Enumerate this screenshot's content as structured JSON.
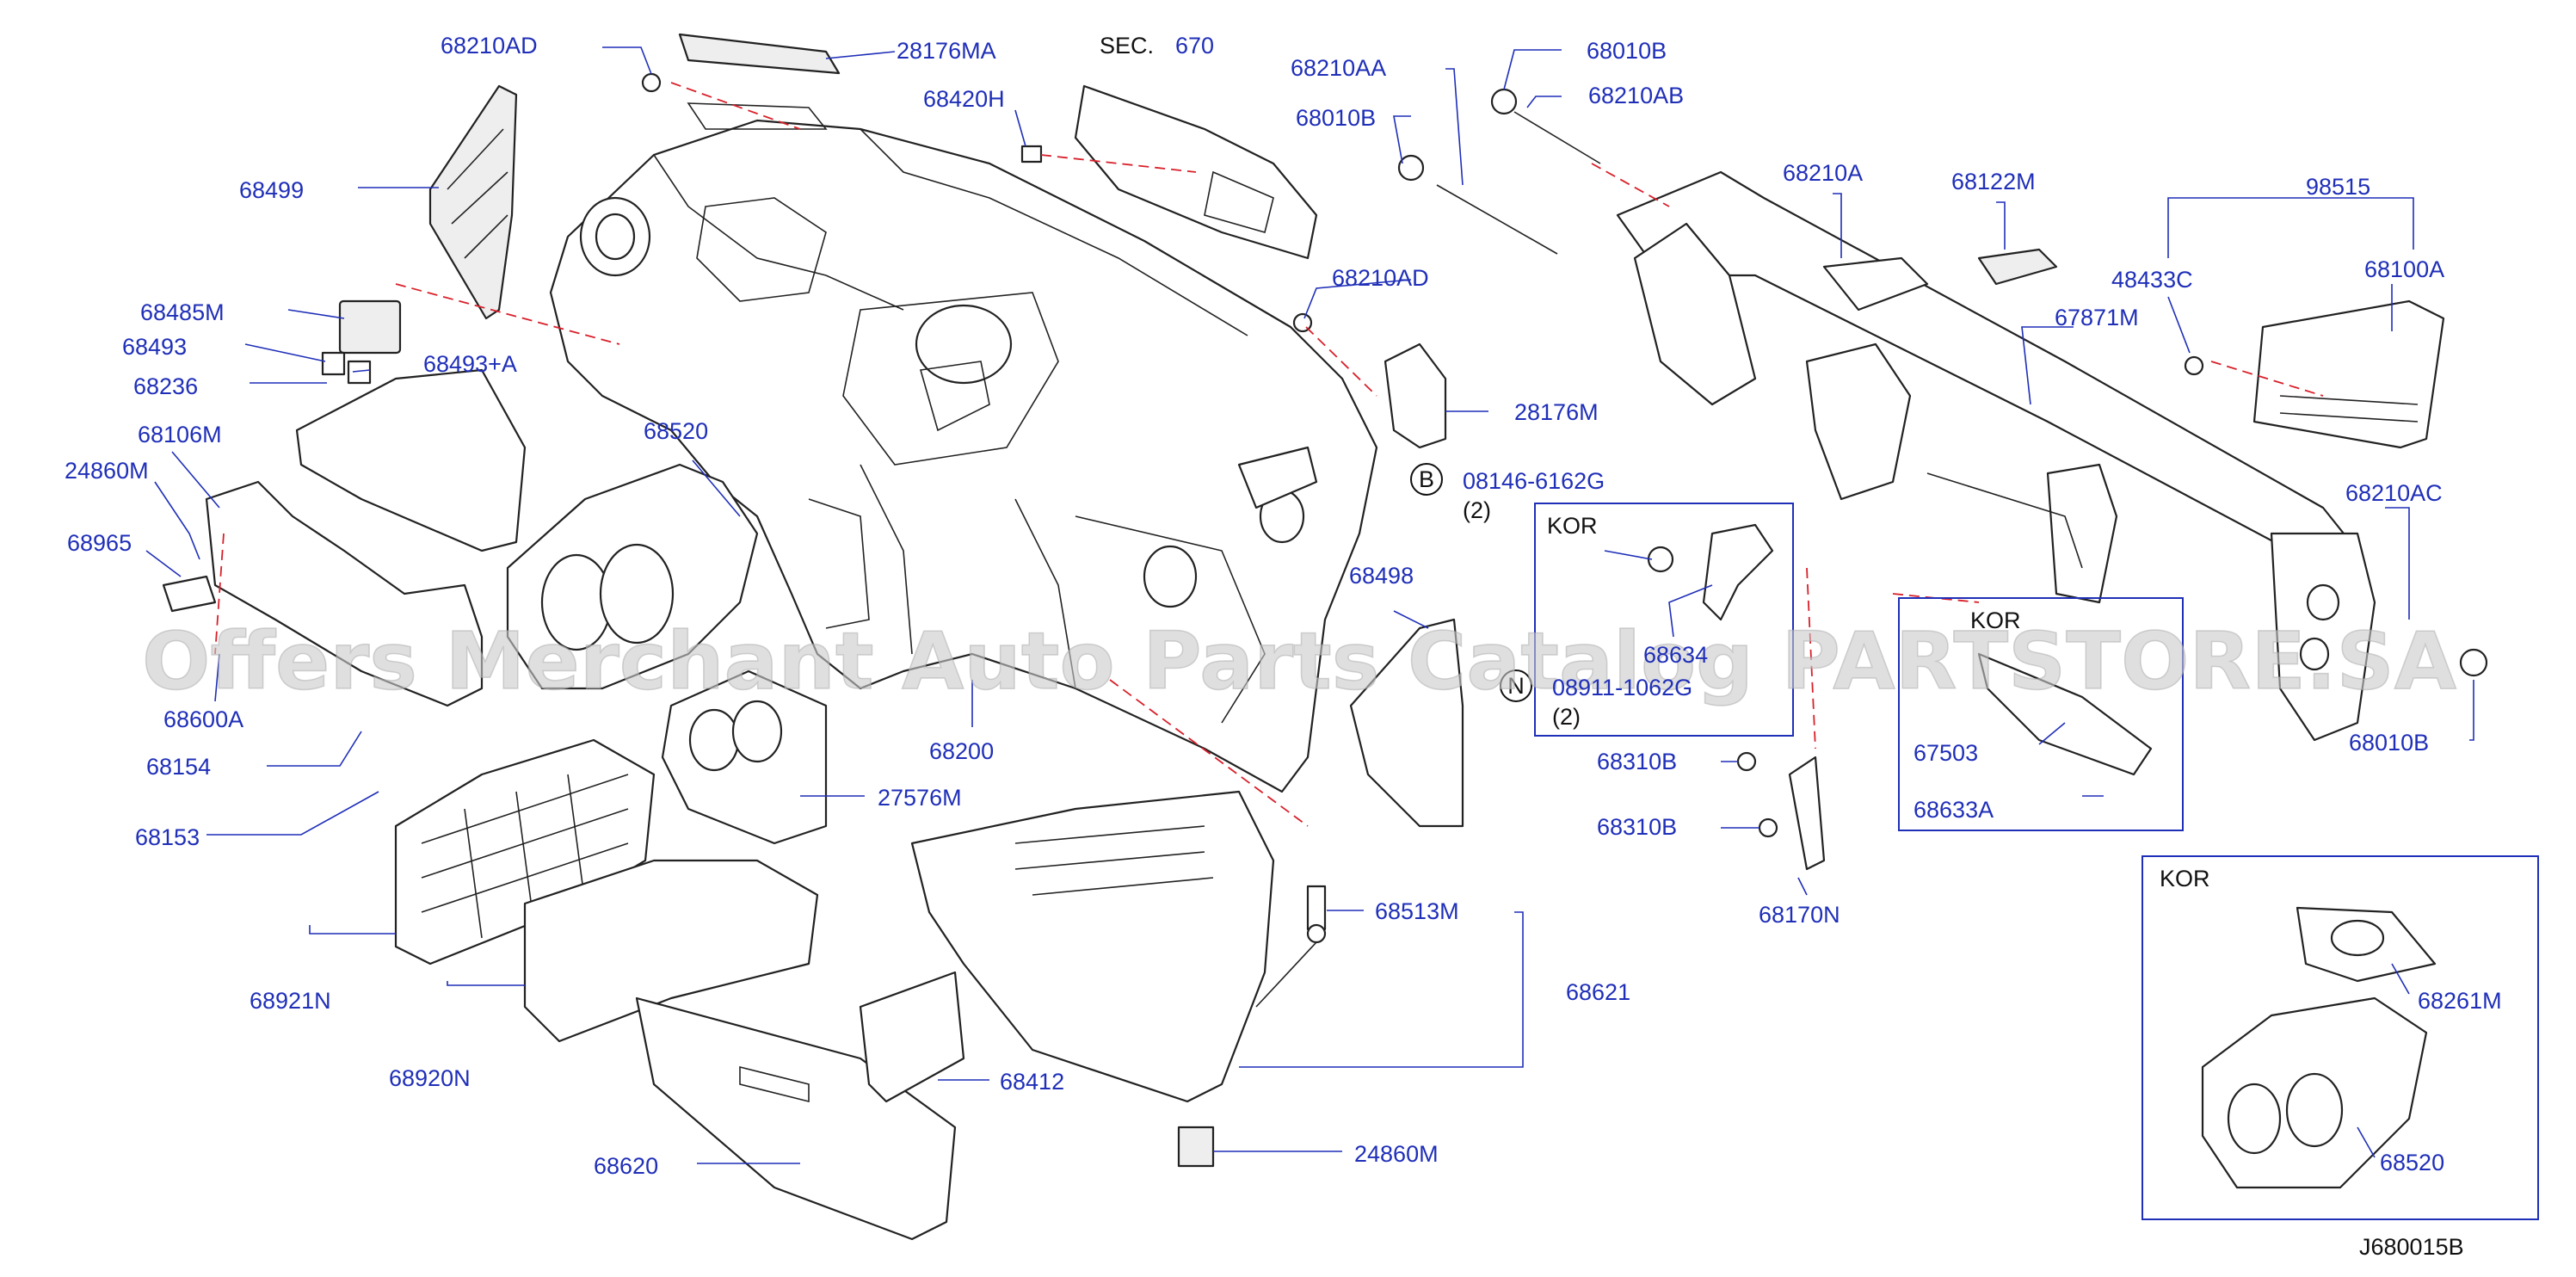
{
  "diagram": {
    "sec_label": "SEC.",
    "sec_number": "670",
    "drawing_id": "J680015B",
    "watermark": "Offers Merchant Auto Parts Catalog PARTSTORE.SA",
    "parts": [
      "68210AD",
      "28176MA",
      "68420H",
      "68499",
      "68485M",
      "68493",
      "68493+A",
      "68236",
      "68106M",
      "24860M",
      "68965",
      "68600A",
      "68154",
      "68153",
      "68921N",
      "68920N",
      "68620",
      "68412",
      "24860M",
      "68513M",
      "68621",
      "27576M",
      "68200",
      "68520",
      "68210AD",
      "28176M",
      "68498",
      "68210AA",
      "68010B",
      "68010B",
      "68210AB",
      "68210A",
      "68122M",
      "67871M",
      "98515",
      "48433C",
      "68100A",
      "68210AC",
      "68010B",
      "68310B",
      "68310B",
      "68170N",
      "67503",
      "68633A",
      "68261M",
      "68520",
      "68634"
    ],
    "bolt_callouts": [
      {
        "symbol": "B",
        "code": "08146-6162G",
        "qty": "(2)"
      },
      {
        "symbol": "N",
        "code": "08911-1062G",
        "qty": "(2)"
      }
    ],
    "region_boxes": [
      "KOR",
      "KOR",
      "KOR"
    ]
  },
  "colors": {
    "label": "#1f2fb8",
    "dashed_leader": "#d8202a",
    "outline": "#222222"
  }
}
